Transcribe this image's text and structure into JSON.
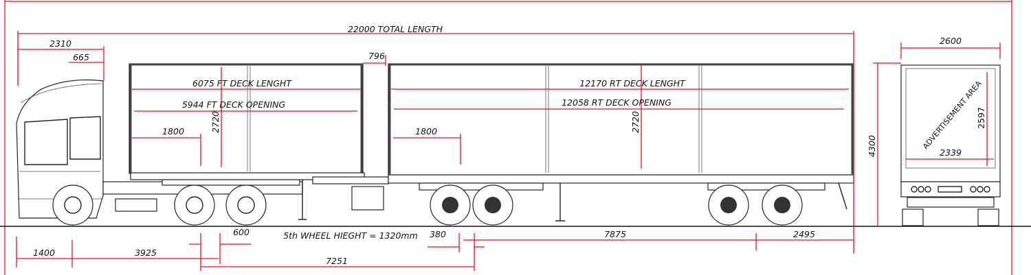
{
  "dimensions": {
    "total_length": "22000 TOTAL LENGTH",
    "front_overhang": "2310",
    "cab_offset": "665",
    "trailer_gap": "796",
    "ft_deck_length": "6075 FT DECK LENGHT",
    "ft_deck_opening": "5944 FT DECK OPENING",
    "ft_1800": "1800",
    "ft_height": "2720",
    "rt_deck_length": "12170 RT DECK LENGHT",
    "rt_deck_opening": "12058 RT DECK OPENING",
    "rt_1800": "1800",
    "rt_height": "2720",
    "overall_height": "4300",
    "rear_width": "2600",
    "rear_opening_height": "2597",
    "rear_opening_width": "2339",
    "advertisement": "ADVERTISEMENT AREA",
    "d1400": "1400",
    "d3925": "3925",
    "d7251": "7251",
    "d600": "600",
    "d380": "380",
    "d7875": "7875",
    "d2495": "2495",
    "fifth_wheel": "5th WHEEL HIEGHT = 1320mm"
  },
  "colors": {
    "dimension": "#e8141c",
    "ink": "#222222"
  }
}
